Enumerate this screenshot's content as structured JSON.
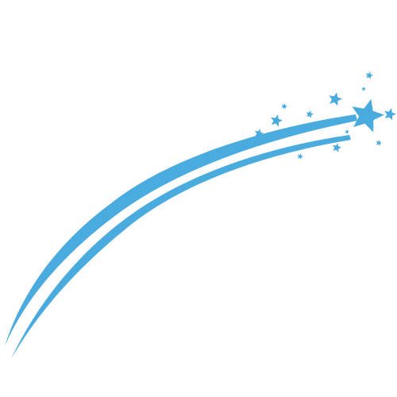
{
  "illustration": {
    "subject": "shooting-star",
    "colors": {
      "accent": "#4aabdf",
      "background": "#ffffff"
    },
    "elements": {
      "main_star": "star-icon",
      "sparkle_stars": "star-icon",
      "trails": "swoosh-trail"
    },
    "sparkle_count": 12,
    "trail_count": 2
  }
}
